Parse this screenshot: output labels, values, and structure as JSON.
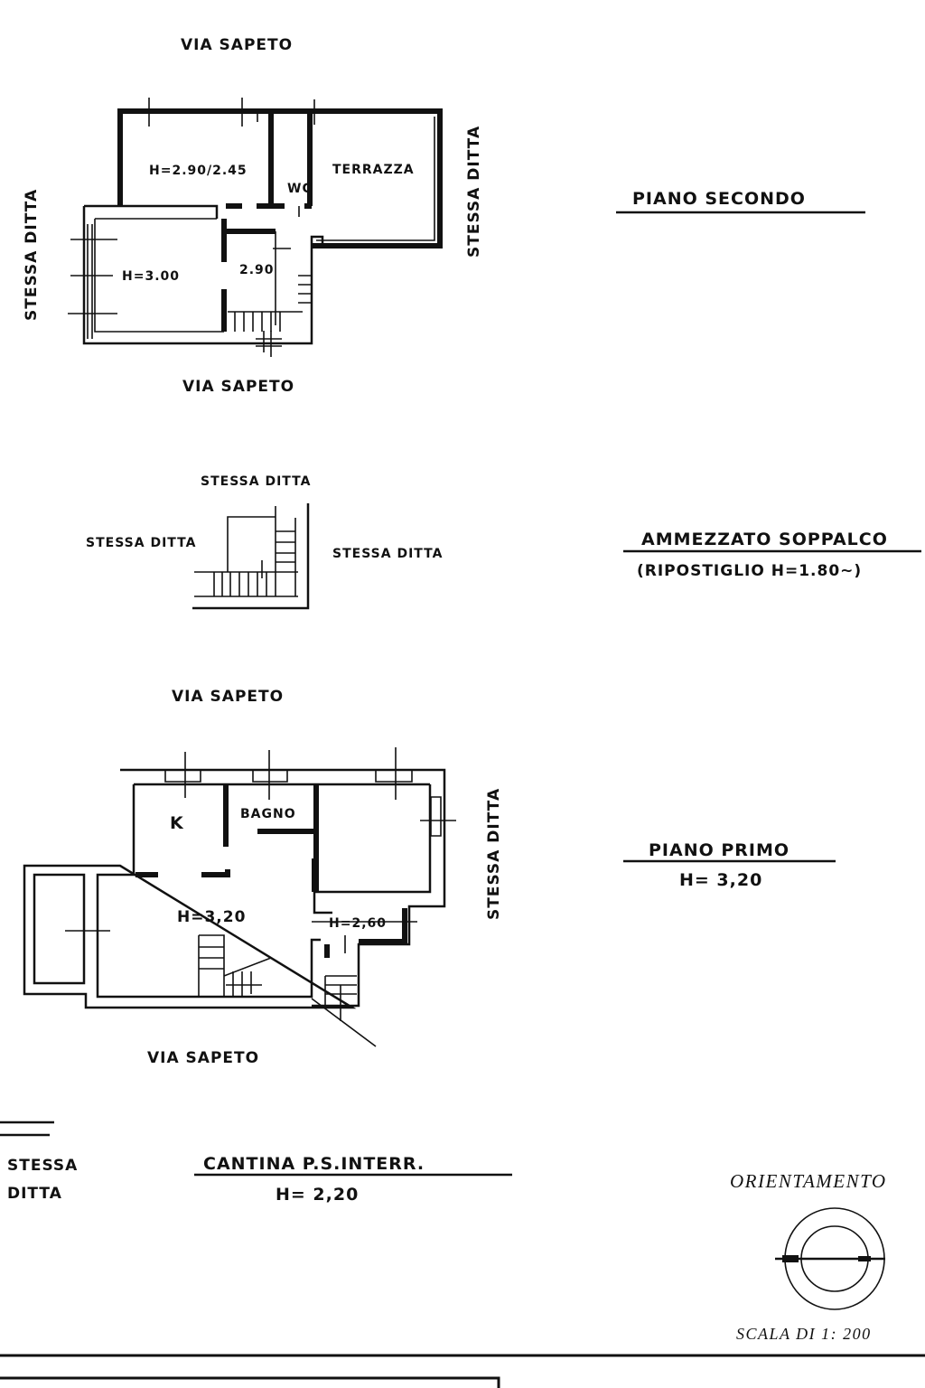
{
  "piano_secondo": {
    "street_top": "VIA SAPETO",
    "street_bottom": "VIA SAPETO",
    "side_left": "STESSA DITTA",
    "side_right": "STESSA DITTA",
    "room_height_1": "H=2.90/2.45",
    "wc": "WC",
    "terrazza": "TERRAZZA",
    "room_height_2": "H=3.00",
    "room_height_3": "2.90",
    "title": "PIANO SECONDO"
  },
  "ammezzato": {
    "side_top": "STESSA DITTA",
    "side_left": "STESSA DITTA",
    "side_right": "STESSA DITTA",
    "title": "AMMEZZATO SOPPALCO",
    "subtitle": "(RIPOSTIGLIO H=1.80~)"
  },
  "piano_primo": {
    "street_top": "VIA SAPETO",
    "street_bottom": "VIA SAPETO",
    "side_right": "STESSA DITTA",
    "kitchen": "K",
    "bagno": "BAGNO",
    "room_height_main": "H=3,20",
    "room_height_small": "H=2,60",
    "title": "PIANO PRIMO",
    "height": "H= 3,20"
  },
  "cantina": {
    "side_line1": "STESSA",
    "side_line2": "DITTA",
    "title": "CANTINA P.S.INTERR.",
    "height": "H= 2,20"
  },
  "legend": {
    "orientation_label": "ORIENTAMENTO",
    "scale": "SCALA DI 1: 200"
  }
}
